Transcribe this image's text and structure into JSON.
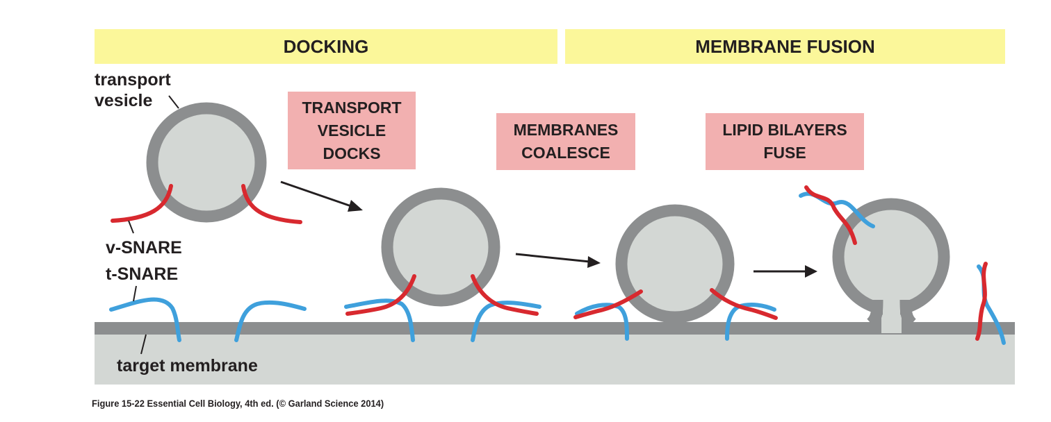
{
  "banners": {
    "docking": "DOCKING",
    "membrane_fusion": "MEMBRANE FUSION"
  },
  "stages": {
    "vesicle_docks": [
      "TRANSPORT",
      "VESICLE",
      "DOCKS"
    ],
    "membranes_coalesce": [
      "MEMBRANES",
      "COALESCE"
    ],
    "lipid_bilayers_fuse": [
      "LIPID BILAYERS",
      "FUSE"
    ]
  },
  "labels": {
    "transport_vesicle": [
      "transport",
      "vesicle"
    ],
    "v_snare": "v-SNARE",
    "t_snare": "t-SNARE",
    "target_membrane": "target membrane"
  },
  "caption": "Figure 15-22  Essential Cell Biology, 4th ed. (© Garland Science 2014)",
  "colors": {
    "banner": "#fbf79a",
    "stage_box": "#f2b0b0",
    "membrane_stroke": "#8c8e8f",
    "vesicle_fill": "#d3d7d4",
    "v_snare": "#d8292f",
    "t_snare": "#3fa0dc"
  }
}
